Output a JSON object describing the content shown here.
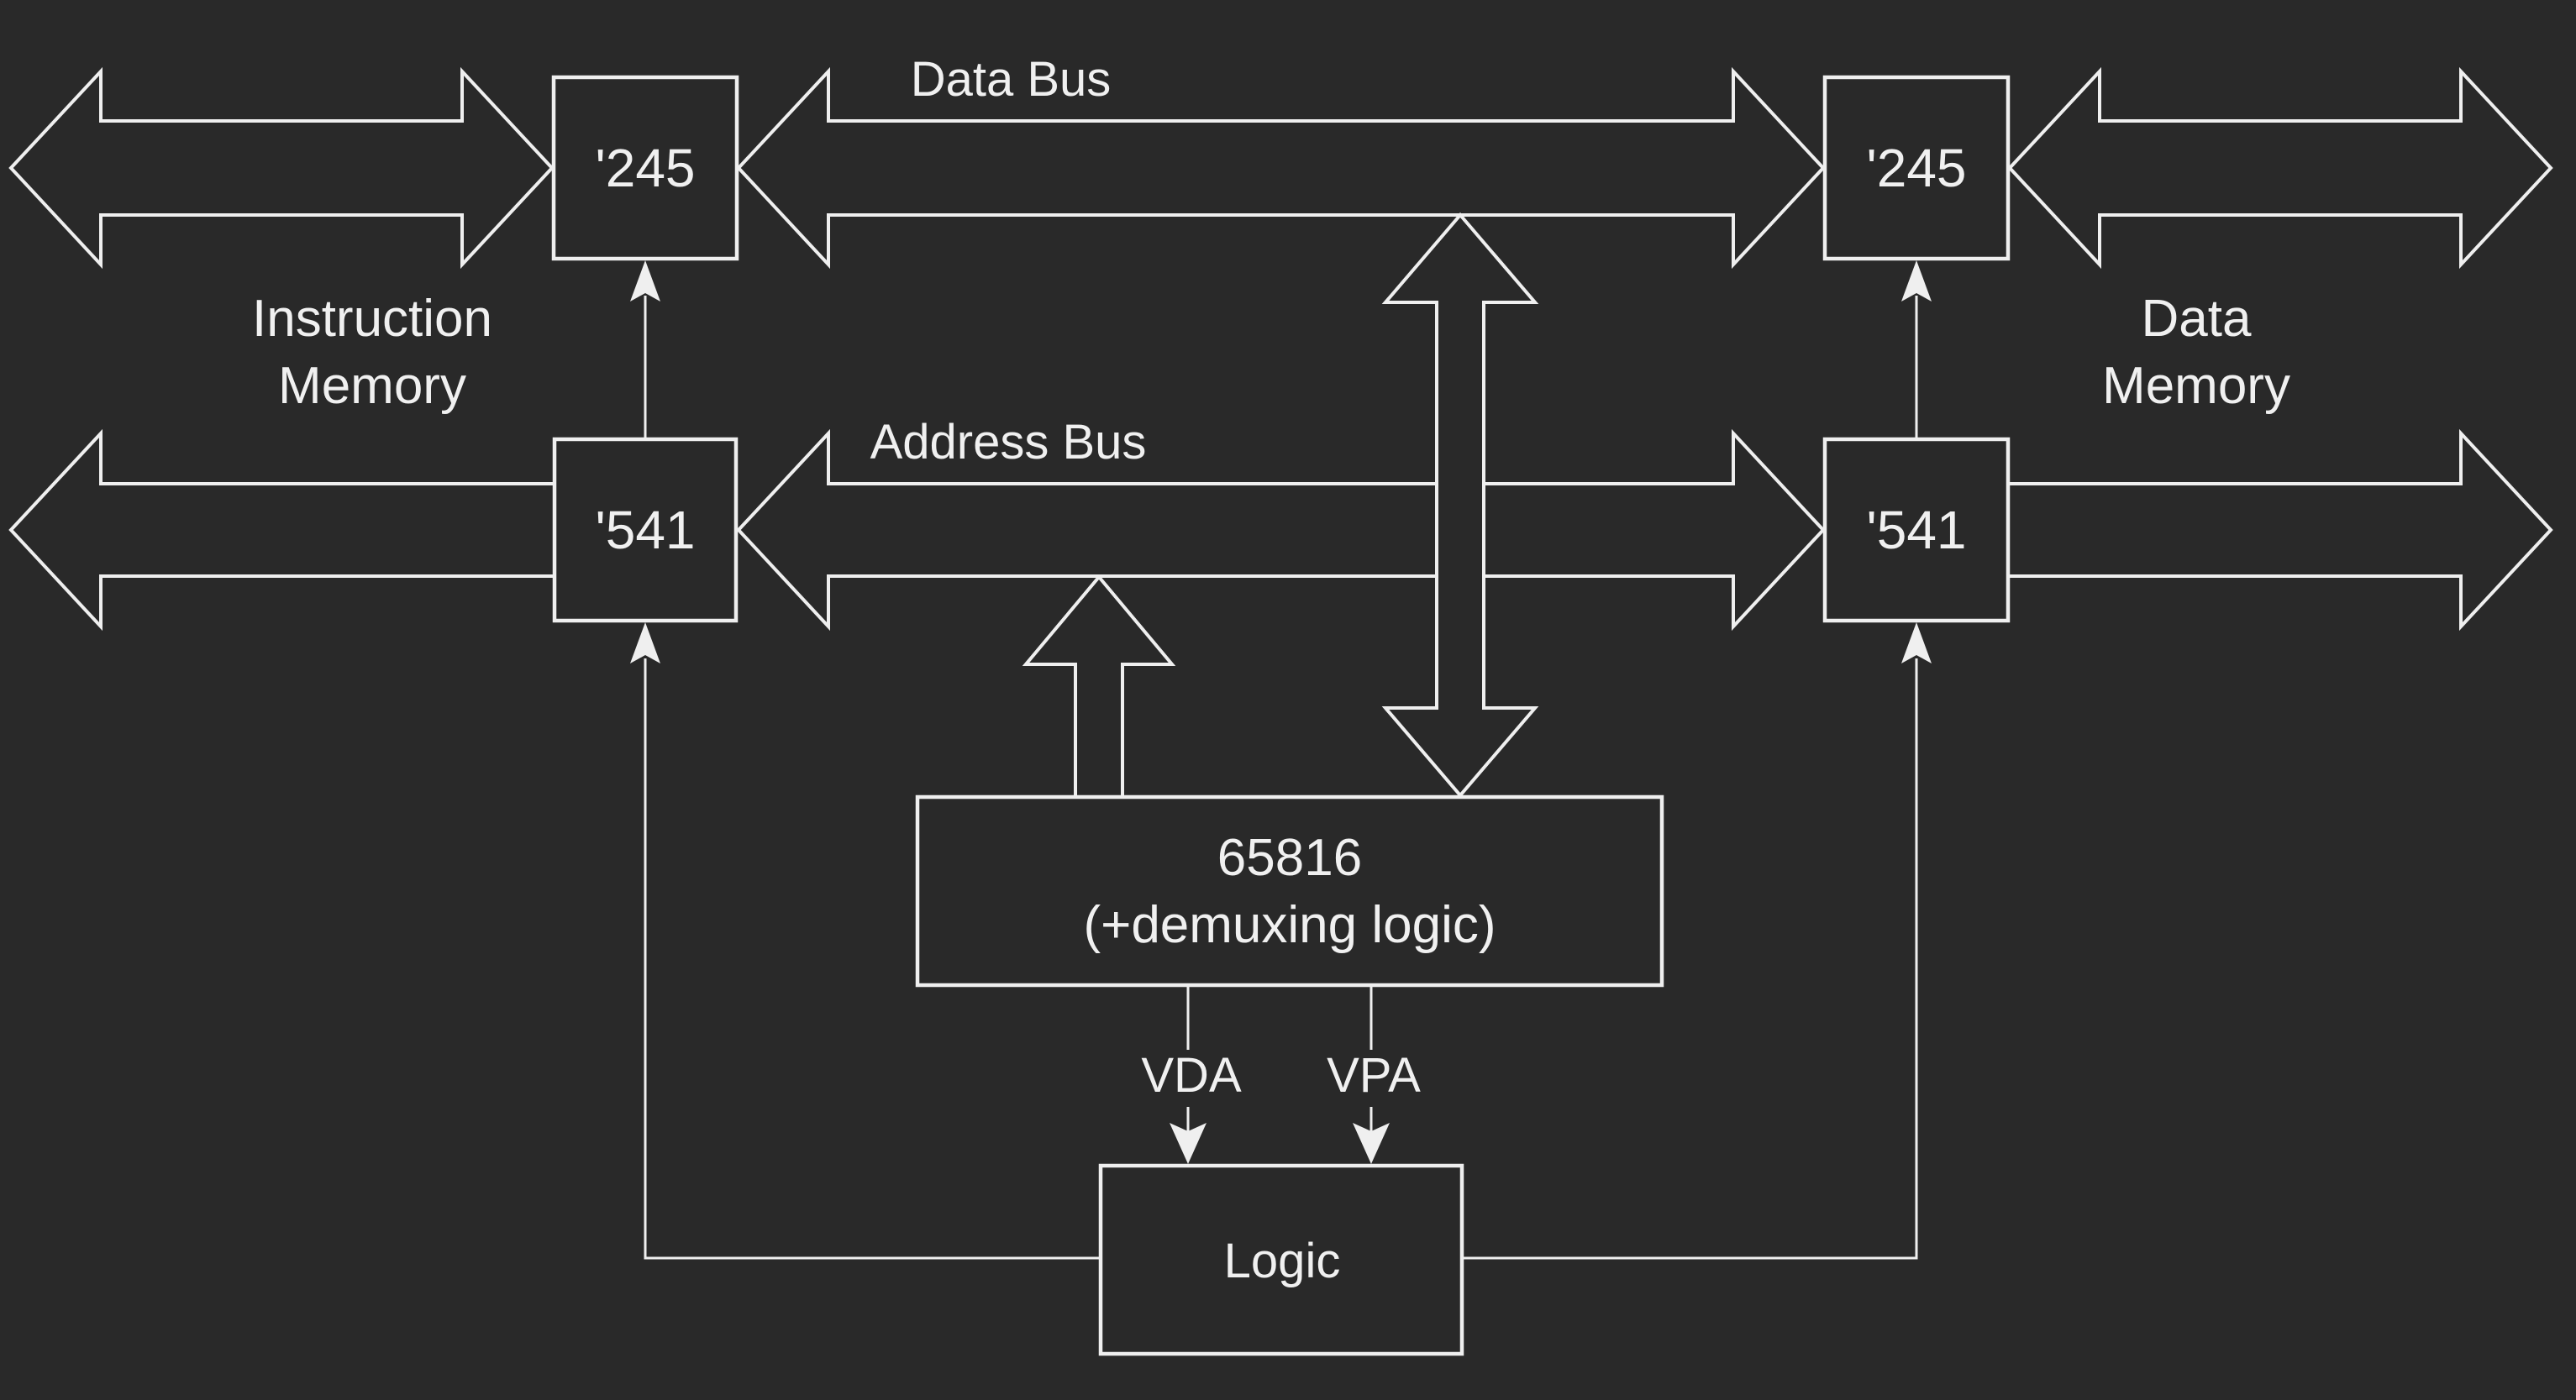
{
  "colors": {
    "background": "#292929",
    "line": "#efefef",
    "text": "#f0f0f0"
  },
  "buses": {
    "data": {
      "label": "Data Bus"
    },
    "address": {
      "label": "Address Bus"
    }
  },
  "memories": {
    "instruction": {
      "line1": "Instruction",
      "line2": "Memory"
    },
    "data": {
      "line1": "Data",
      "line2": "Memory"
    }
  },
  "chips": {
    "left_transceiver": {
      "label": "'245"
    },
    "right_transceiver": {
      "label": "'245"
    },
    "left_buffer": {
      "label": "'541"
    },
    "right_buffer": {
      "label": "'541"
    },
    "cpu": {
      "line1": "65816",
      "line2": "(+demuxing logic)"
    },
    "logic": {
      "label": "Logic"
    }
  },
  "signals": {
    "vda": {
      "label": "VDA"
    },
    "vpa": {
      "label": "VPA"
    }
  }
}
